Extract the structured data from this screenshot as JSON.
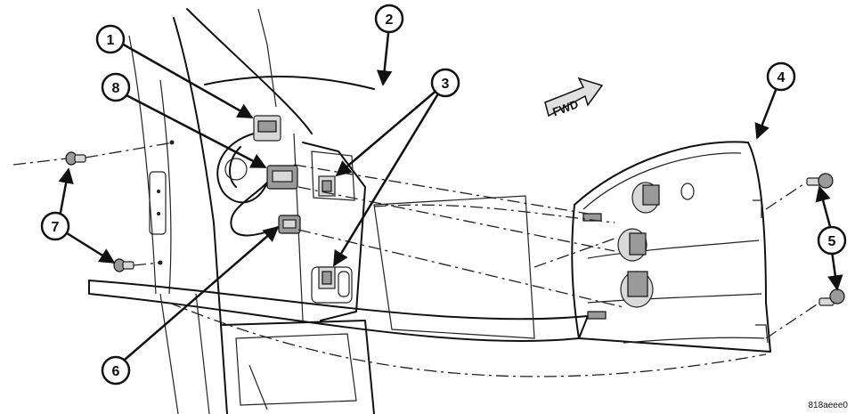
{
  "callouts": [
    {
      "id": "1",
      "label": "1"
    },
    {
      "id": "2",
      "label": "2"
    },
    {
      "id": "3",
      "label": "3"
    },
    {
      "id": "4",
      "label": "4"
    },
    {
      "id": "5",
      "label": "5"
    },
    {
      "id": "6",
      "label": "6"
    },
    {
      "id": "7",
      "label": "7"
    },
    {
      "id": "8",
      "label": "8"
    }
  ],
  "direction_label": "FWD",
  "figure_code": "818aeee0"
}
